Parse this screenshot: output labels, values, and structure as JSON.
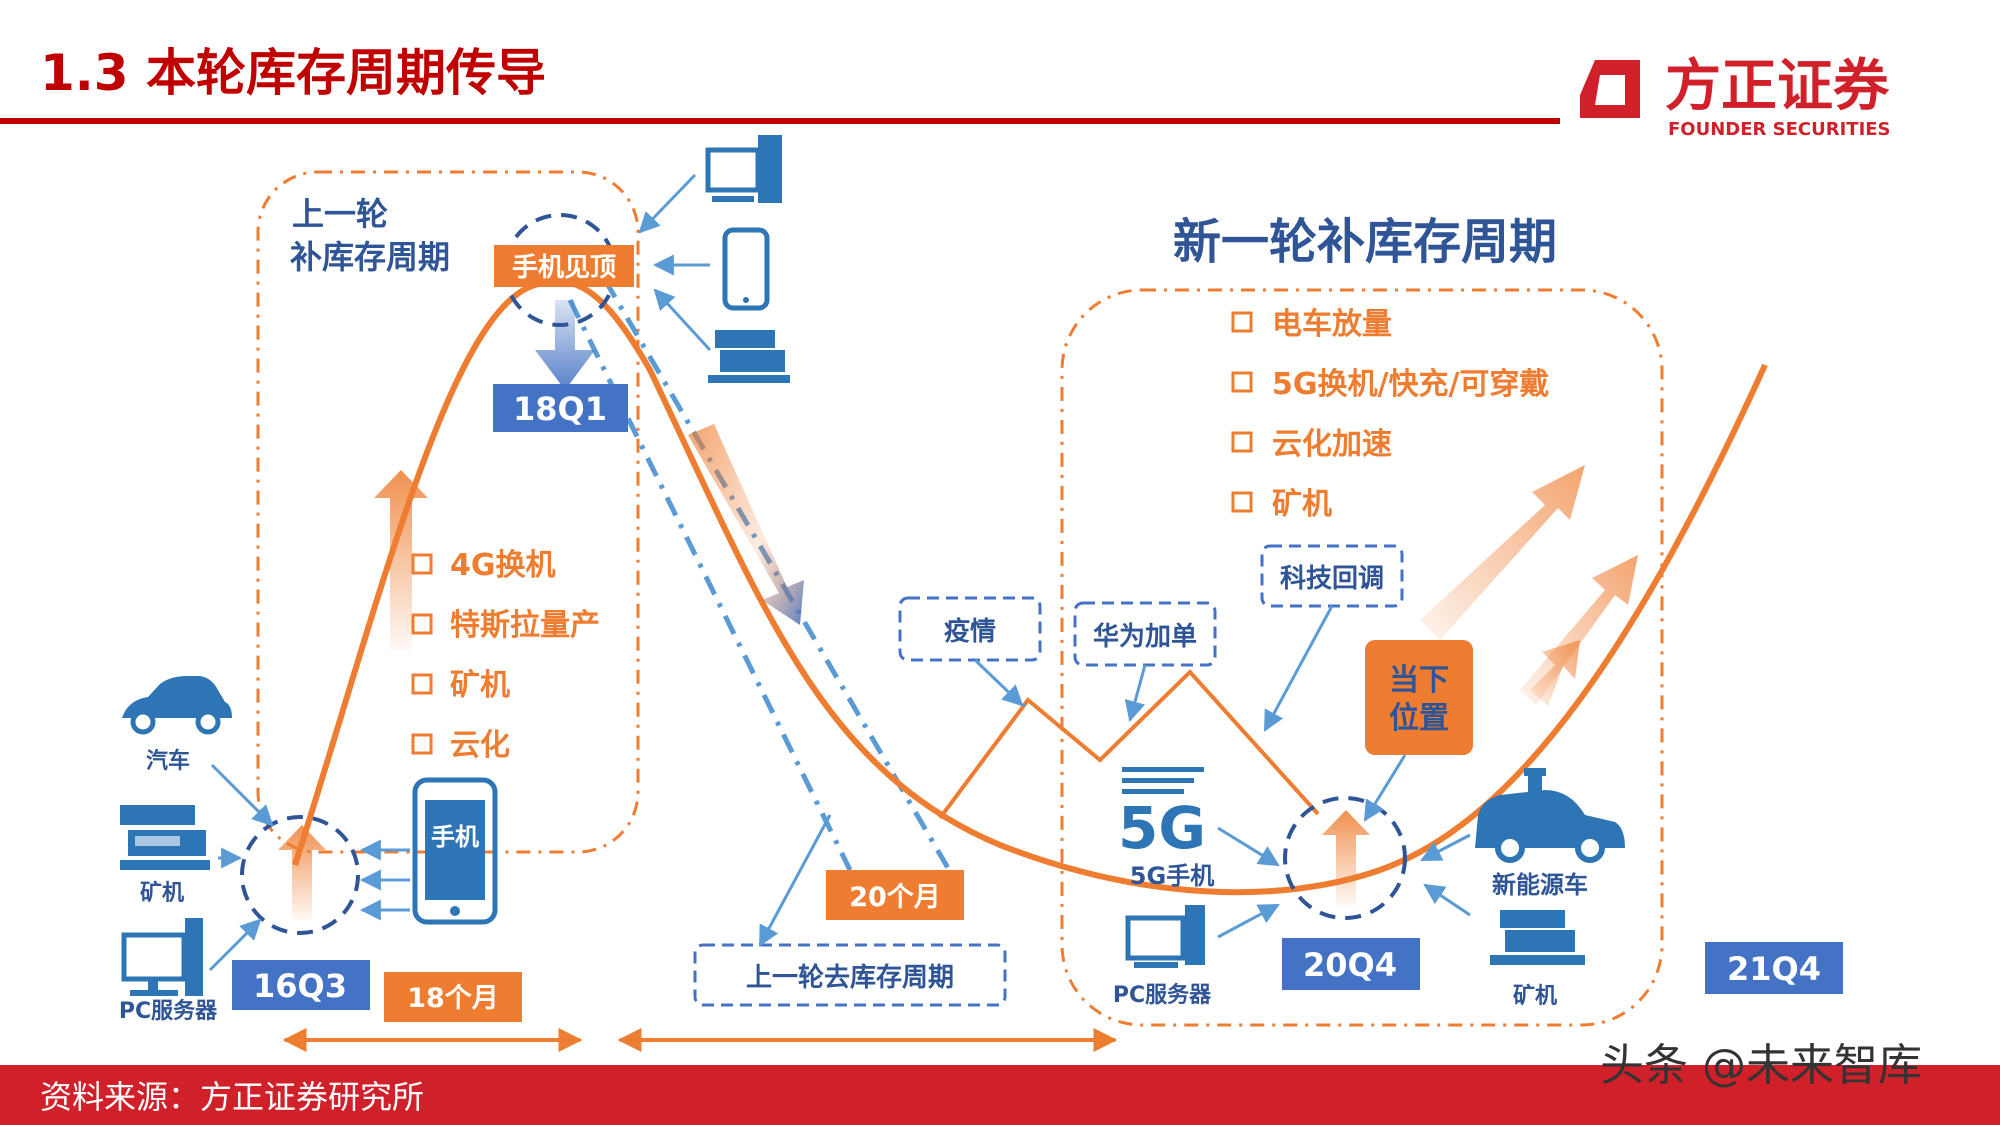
{
  "header": {
    "title": "1.3 本轮库存周期传导",
    "logo_cn": "方正证券",
    "logo_en": "FOUNDER SECURITIES"
  },
  "colors": {
    "brand_red": "#d0202a",
    "orange": "#ee7d31",
    "blue": "#4472c4",
    "dark_blue": "#2f5597",
    "icon_blue": "#2e75b6"
  },
  "prev_cycle": {
    "title_line1": "上一轮",
    "title_line2": "补库存周期",
    "peak_label": "手机见顶",
    "drivers": [
      "4G换机",
      "特斯拉量产",
      "矿机",
      "云化"
    ]
  },
  "new_cycle": {
    "title": "新一轮补库存周期",
    "drivers": [
      "电车放量",
      "5G换机/快充/可穿戴",
      "云化加速",
      "矿机"
    ]
  },
  "quarters": {
    "q_16q3": "16Q3",
    "q_18q1": "18Q1",
    "q_20q4": "20Q4",
    "q_21q4": "21Q4"
  },
  "durations": {
    "d18": "18个月",
    "d20": "20个月"
  },
  "events": {
    "pandemic": "疫情",
    "huawei": "华为加单",
    "tech_pullback": "科技回调",
    "current_line1": "当下",
    "current_line2": "位置"
  },
  "prev_destock_label": "上一轮去库存周期",
  "icon_labels": {
    "car": "汽车",
    "miner_left": "矿机",
    "pc_left": "PC服务器",
    "phone_left": "手机",
    "fiveg_big": "5G",
    "fiveg_phone": "5G手机",
    "pc_right": "PC服务器",
    "ev": "新能源车",
    "miner_right": "矿机"
  },
  "footer": {
    "source": "资料来源：方正证券研究所",
    "watermark": "头条 @未来智库"
  }
}
